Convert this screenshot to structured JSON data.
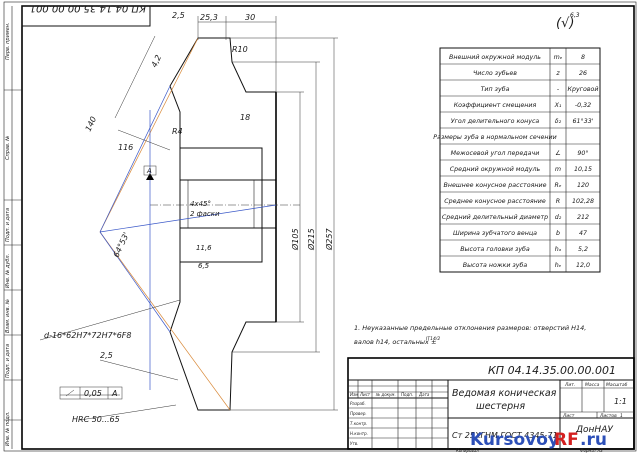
{
  "drawing": {
    "code_stamp_top": "КП 04.14.35.00.00.001",
    "roughness": "(√)",
    "roughness_value": "6,3"
  },
  "params": {
    "rows": [
      {
        "label": "Внешний окружной модуль",
        "sym": "mₑ",
        "val": "8"
      },
      {
        "label": "Число зубьев",
        "sym": "z",
        "val": "26"
      },
      {
        "label": "Тип зуба",
        "sym": "-",
        "val": "Круговой"
      },
      {
        "label": "Коэффициент смещения",
        "sym": "X₁",
        "val": "-0,32"
      },
      {
        "label": "Угол делительного конуса",
        "sym": "δ₂",
        "val": "61°33'"
      },
      {
        "label": "Размеры зуба в нормальном сечении",
        "sym": "",
        "val": ""
      },
      {
        "label": "Межосевой угол передачи",
        "sym": "∠",
        "val": "90°"
      },
      {
        "label": "Средний окружной модуль",
        "sym": "m",
        "val": "10,15"
      },
      {
        "label": "Внешнее конусное расстояние",
        "sym": "Rₑ",
        "val": "120"
      },
      {
        "label": "Среднее конусное расстояние",
        "sym": "R",
        "val": "102,28"
      },
      {
        "label": "Средний делительный диаметр",
        "sym": "d₂",
        "val": "212"
      },
      {
        "label": "Ширина зубчатого венца",
        "sym": "b",
        "val": "47"
      },
      {
        "label": "Высота головки зуба",
        "sym": "hₐ",
        "val": "5,2"
      },
      {
        "label": "Высота ножки зуба",
        "sym": "hₑ",
        "val": "12,0"
      }
    ]
  },
  "dims": {
    "d253": "25,3",
    "d30": "30",
    "d25": "2,5",
    "d42": "4,2",
    "r10": "R10",
    "d140": "140",
    "d116": "116",
    "r4": "R4",
    "d18": "18",
    "datumA": "A",
    "chamfer": "4x45°",
    "chamfer_note": "2 фаски",
    "dia105": "Ø105",
    "dia215": "Ø215",
    "dia257": "Ø257",
    "d116b": "11,6",
    "d65": "6,5",
    "angle": "64°53'",
    "spline": "d-16*62H7*72H7*6F8",
    "d25b": "2,5",
    "runout": "0,05",
    "runoutRef": "A",
    "hardness": "HRC 50...65"
  },
  "notes": {
    "n1": "1. Неуказанные предельные отклонения размеров: отверстий H14,",
    "n2": "валов h14, остальных ±",
    "n2frac": "IT14/2"
  },
  "title_block": {
    "code": "КП 04.14.35.00.00.001",
    "name_line1": "Ведомая коническая",
    "name_line2": "шестерня",
    "material": "Ст 25ХГНМ ГОСТ 4345-71",
    "col_lit": "Лит.",
    "col_mass": "Масса",
    "col_scale": "Масштаб",
    "scale_val": "1:1",
    "sheet": "Лист",
    "sheets": "Листов",
    "sheets_val": "1",
    "hdr_izm": "Изм",
    "hdr_list": "Лист",
    "hdr_doc": "№ докум.",
    "hdr_sign": "Подп.",
    "hdr_date": "Дата",
    "r_razrab": "Разраб.",
    "r_prov": "Провер.",
    "r_tkontr": "Т.контр.",
    "r_nkontr": "Н.контр.",
    "r_utv": "Утв.",
    "org": "ДонНАУ",
    "copy": "Копировал",
    "format": "Формат А3"
  },
  "side_stamp": {
    "s1": "Перв. примен.",
    "s2": "Справ. №",
    "s3": "Подп. и дата",
    "s4": "Инв. № дубл.",
    "s5": "Взам. инв. №",
    "s6": "Подп. и дата",
    "s7": "Инв. № подл."
  },
  "watermark": {
    "text1": "Kursovoy",
    "text2": "RF",
    "text3": ".ru"
  }
}
